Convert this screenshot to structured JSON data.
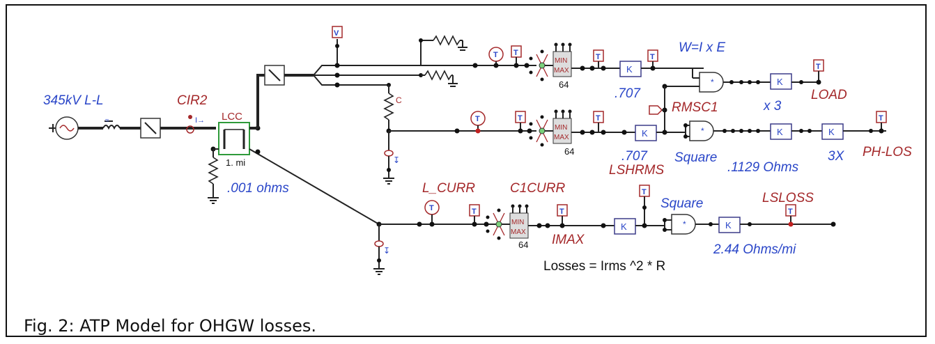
{
  "caption": "Fig. 2: ATP Model for OHGW losses.",
  "labels": {
    "source": "345kV L-L",
    "cir2": "CIR2",
    "lcc": "LCC",
    "lcc_length": "1. mi",
    "ground_res": ".001 ohms",
    "power_formula": "W=I x E",
    "k_707_top": ".707",
    "rmsc1": "RMSC1",
    "x3": "x 3",
    "load": "LOAD",
    "k_707_mid": ".707",
    "lshrms": "LSHRMS",
    "square_mid": "Square",
    "ohms_1129": ".1129 Ohms",
    "x3_caps": "3X",
    "ph_los": "PH-LOS",
    "l_curr": "L_CURR",
    "c1curr": "C1CURR",
    "imax": "IMAX",
    "square_bot": "Square",
    "lsloss": "LSLOSS",
    "ohms_mi": "2.44 Ohms/mi",
    "losses": "Losses = Irms ^2 *  R",
    "mm64_top": "64",
    "mm64_mid": "64",
    "mm64_bot": "64"
  },
  "symbols": {
    "k": "K",
    "t": "T",
    "v": "V",
    "mult": "*",
    "min": "MIN",
    "max": "MAX",
    "i_arrow": "I→"
  },
  "colors": {
    "blue_text": "#2a46c8",
    "red_text": "#a4282a",
    "lcc_green": "#2e9a3a"
  }
}
